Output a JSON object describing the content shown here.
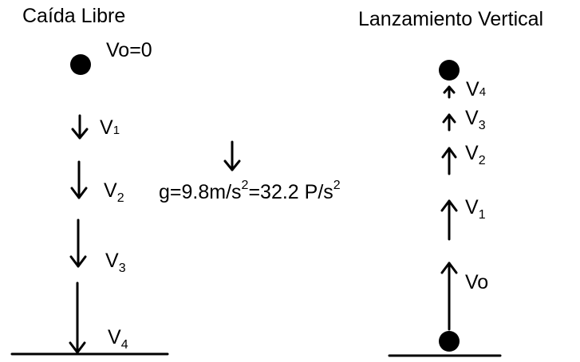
{
  "left": {
    "title": "Caída Libre",
    "vo_label": "Vo=0",
    "velocities": [
      {
        "base": "V",
        "sub": "1"
      },
      {
        "base": "V",
        "sub": "2"
      },
      {
        "base": "V",
        "sub": "3"
      },
      {
        "base": "V",
        "sub": "4"
      }
    ]
  },
  "gravity": {
    "g_prefix": "g=9.8m/s",
    "exp1": "2",
    "g_mid": "=32.2 P/s",
    "exp2": "2"
  },
  "right": {
    "title": "Lanzamiento Vertical",
    "vo_label": "Vo",
    "velocities": [
      {
        "base": "V",
        "sub": "1"
      },
      {
        "base": "V",
        "sub": "2"
      },
      {
        "base": "V",
        "sub": "3"
      },
      {
        "base": "V",
        "sub": "4"
      }
    ]
  },
  "colors": {
    "ink": "#000000",
    "background": "#ffffff"
  }
}
